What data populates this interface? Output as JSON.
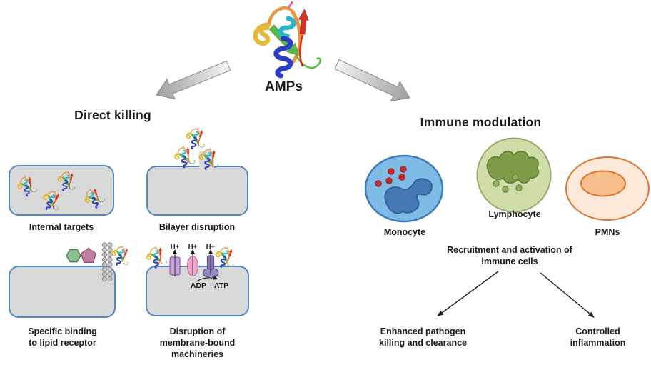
{
  "amps_label": "AMPs",
  "left": {
    "heading": "Direct killing",
    "panels": [
      {
        "label": "Internal targets"
      },
      {
        "label": "Bilayer disruption"
      },
      {
        "lines": [
          "Specific binding",
          "to lipid receptor"
        ]
      },
      {
        "lines": [
          "Disruption of",
          "membrane-bound",
          "machineries"
        ]
      }
    ],
    "machinery": {
      "h_plus": "H+",
      "adp": "ADP",
      "atp": "ATP"
    }
  },
  "right": {
    "heading": "Immune modulation",
    "cells": [
      {
        "label": "Monocyte"
      },
      {
        "label": "Lymphocyte"
      },
      {
        "label": "PMNs"
      }
    ],
    "recruitment": {
      "lines": [
        "Recruitment and activation of",
        "immune cells"
      ]
    },
    "outcomes": [
      {
        "lines": [
          "Enhanced pathogen",
          "killing and clearance"
        ]
      },
      {
        "lines": [
          "Controlled",
          "inflammation"
        ]
      }
    ]
  },
  "colors": {
    "membrane_fill": "#D9D9D9",
    "membrane_border": "#5585C5",
    "monocyte_fill": "#7EBCE6",
    "monocyte_border": "#3E7CBE",
    "monocyte_nucleus_fill": "#4678B4",
    "monocyte_nucleus_border": "#2F5E96",
    "granule_red": "#C5292B",
    "lymphocyte_fill": "#CFDEA8",
    "lymphocyte_border": "#94AA6A",
    "lymphocyte_nucleus_fill": "#7E9C4A",
    "lymphocyte_nucleus_border": "#5E7A33",
    "lymphocyte_dot_fill": "#93AE5C",
    "pmn_fill": "#FCE9DA",
    "pmn_border": "#DE7530",
    "pmn_inner_fill": "#F5BE8C",
    "block_arrow_light": "#F4F4F4",
    "block_arrow_dark": "#9E9E9E"
  }
}
